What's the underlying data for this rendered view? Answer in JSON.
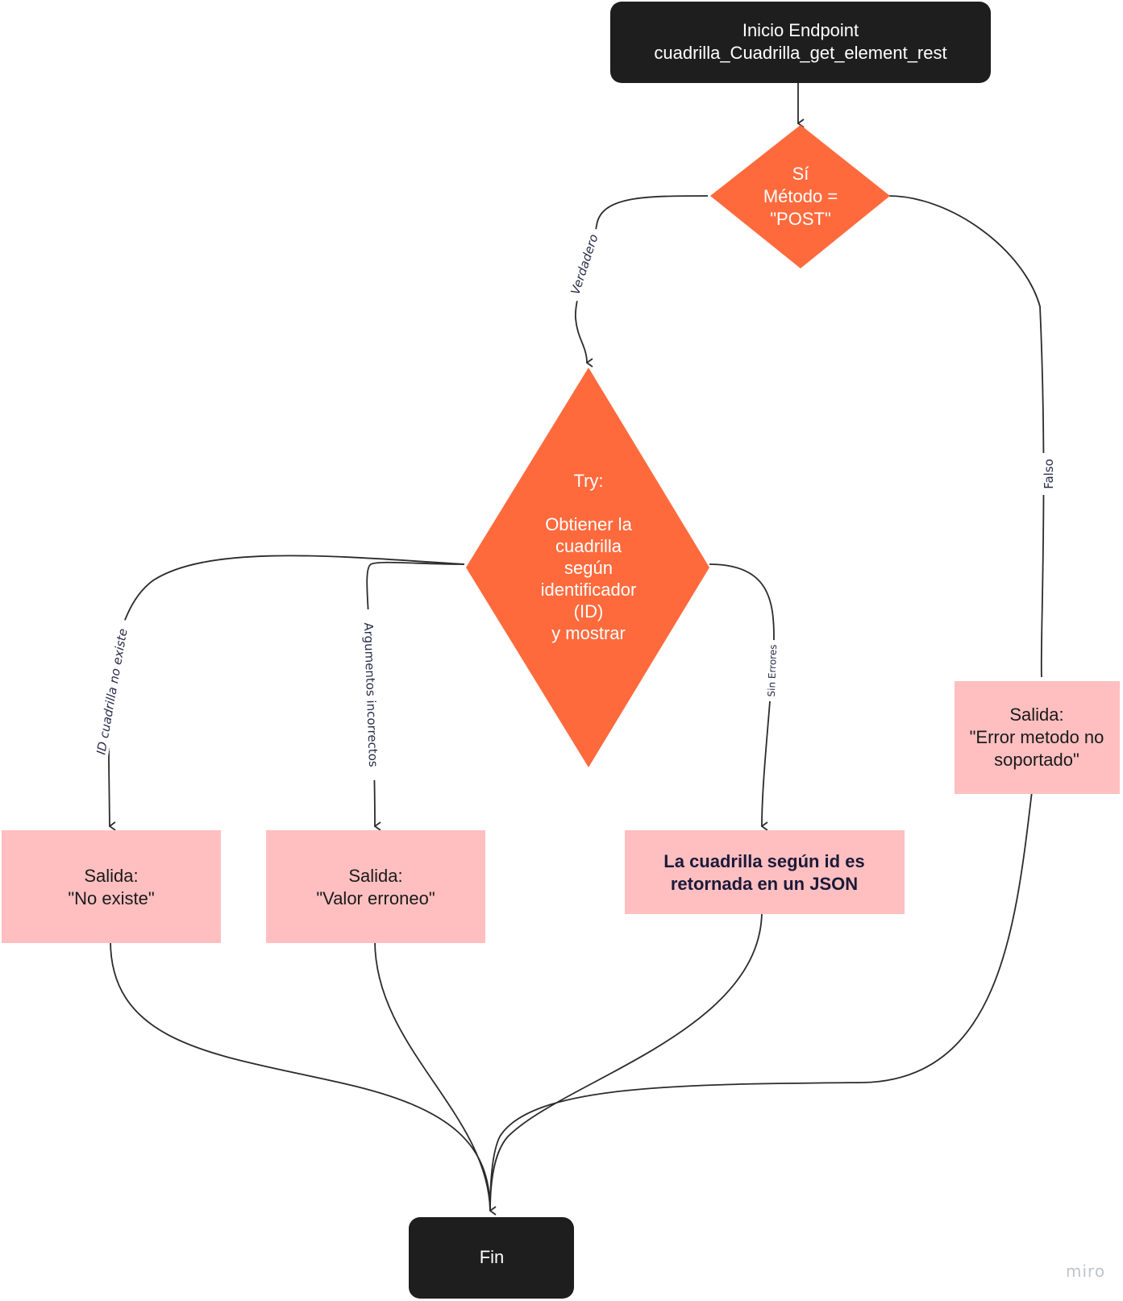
{
  "nodes": {
    "start": {
      "lines": [
        "Inicio Endpoint",
        "cuadrilla_Cuadrilla_get_element_rest"
      ]
    },
    "decision_method": {
      "lines": [
        "Sí",
        "Método =",
        "\"POST\""
      ]
    },
    "decision_try": {
      "lines": [
        "Try:",
        "",
        "Obtiener la",
        "cuadrilla",
        "según",
        "identificador",
        "(ID)",
        "y mostrar"
      ]
    },
    "out_no_existe": {
      "lines": [
        "Salida:",
        "\"No existe\""
      ]
    },
    "out_valor_erroneo": {
      "lines": [
        "Salida:",
        "\"Valor erroneo\""
      ]
    },
    "out_json": {
      "lines": [
        "La cuadrilla según id es",
        "retornada en un JSON"
      ]
    },
    "out_metodo": {
      "lines": [
        "Salida:",
        "\"Error metodo no",
        "soportado\""
      ]
    },
    "end": {
      "lines": [
        "Fin"
      ]
    }
  },
  "edge_labels": {
    "verdadero": "Verdadero",
    "falso": "Falso",
    "id_no_existe": "ID cuadrilla no existe",
    "argumentos": "Argumentos incorrectos",
    "sin_errores": "Sin Errores"
  },
  "colors": {
    "terminal": "#1e1e1e",
    "decision": "#ff6a3d",
    "output": "#ffbfc0",
    "edge": "#2b2b2b"
  },
  "watermark": "miro"
}
